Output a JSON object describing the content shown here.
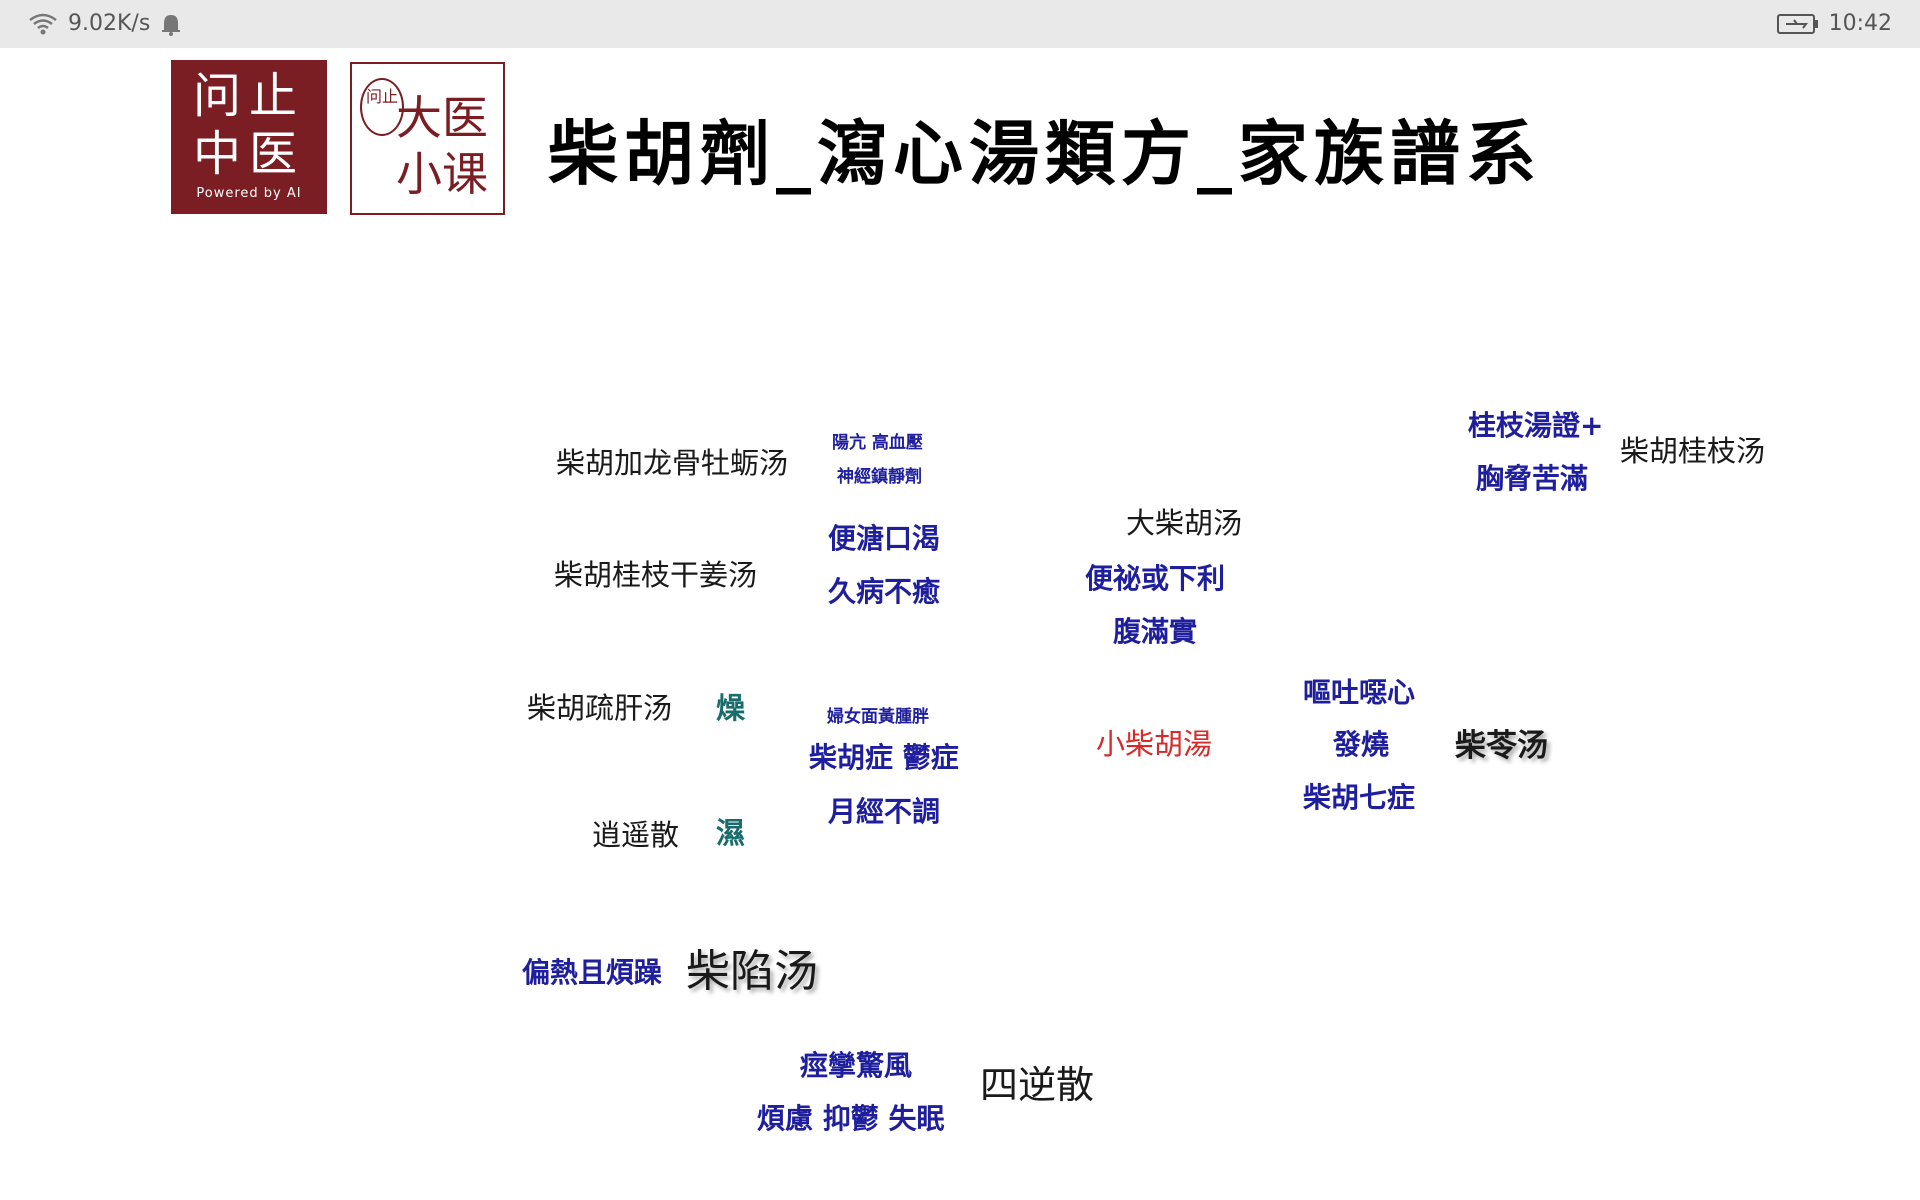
{
  "status": {
    "speed": "9.02K/s",
    "time": "10:42",
    "icons": [
      "wifi-icon",
      "notification-bell-icon",
      "battery-charging-icon"
    ]
  },
  "logo_a": {
    "line1": "问止",
    "line2": "中医",
    "tagline": "Powered by AI"
  },
  "logo_b": {
    "seal": "问止",
    "line1": "大医",
    "line2": "小课"
  },
  "title": "柴胡劑_瀉心湯類方_家族譜系",
  "formulas": {
    "chaihu_longgu_muli": "柴胡加龙骨牡蛎汤",
    "chaihu_guizhi_ganjiang": "柴胡桂枝干姜汤",
    "chaihu_shugan": "柴胡疏肝汤",
    "xiaoyao": "逍遥散",
    "chaixian": "柴陷汤",
    "sini": "四逆散",
    "da_chaihu": "大柴胡汤",
    "xiao_chaihu": "小柴胡湯",
    "chailing": "柴苓汤",
    "chaihu_guizhi": "柴胡桂枝汤"
  },
  "symptoms": {
    "yangkang": "陽亢  高血壓",
    "shenjing": "神經鎮靜劑",
    "biantang": "便溏口渴",
    "jiubing": "久病不癒",
    "zao": "燥",
    "shi": "濕",
    "funu": "婦女面黃腫胖",
    "chaihuzheng": "柴胡症 鬱症",
    "yuejing": "月經不調",
    "pianre": "偏熱且煩躁",
    "jingluan": "痙攣驚風",
    "fanlv": "煩慮 抑鬱 失眠",
    "bianbi": "便祕或下利",
    "fuman": "腹滿實",
    "outu": "嘔吐噁心",
    "fashao": "發燒",
    "qizheng": "柴胡七症",
    "guizhitang": "桂枝湯證+",
    "xiongxie": "胸脅苦滿"
  }
}
